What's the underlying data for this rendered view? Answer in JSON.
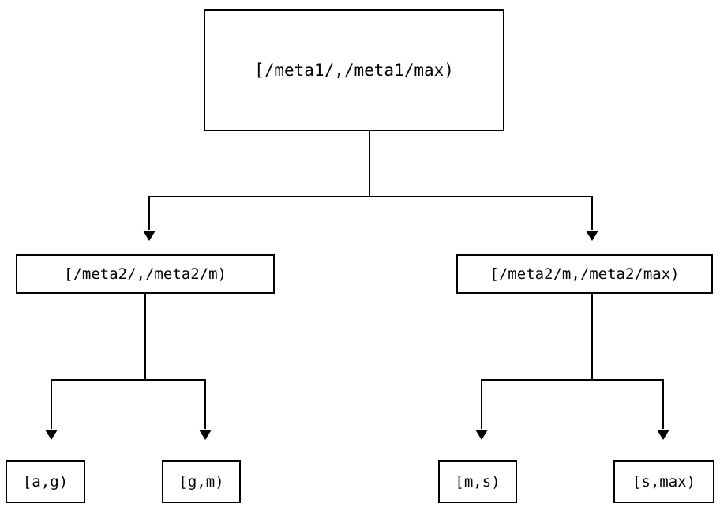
{
  "diagram": {
    "type": "tree",
    "orientation": "top-down",
    "background_color": "#ffffff",
    "line_color": "#000000",
    "box_fill_color": "#ffffff",
    "box_border_color": "#000000",
    "nodes": {
      "root": {
        "label": "[/meta1/,/meta1/max)"
      },
      "mid_left": {
        "label": "[/meta2/,/meta2/m)"
      },
      "mid_right": {
        "label": "[/meta2/m,/meta2/max)"
      },
      "leaf_ag": {
        "label": "[a,g)"
      },
      "leaf_gm": {
        "label": "[g,m)"
      },
      "leaf_ms": {
        "label": "[m,s)"
      },
      "leaf_smax": {
        "label": "[s,max)"
      }
    },
    "edges": [
      {
        "from": "root",
        "to": "mid_left",
        "arrowhead": "filled-triangle-down"
      },
      {
        "from": "root",
        "to": "mid_right",
        "arrowhead": "filled-triangle-down"
      },
      {
        "from": "mid_left",
        "to": "leaf_ag",
        "arrowhead": "filled-triangle-down"
      },
      {
        "from": "mid_left",
        "to": "leaf_gm",
        "arrowhead": "filled-triangle-down"
      },
      {
        "from": "mid_right",
        "to": "leaf_ms",
        "arrowhead": "filled-triangle-down"
      },
      {
        "from": "mid_right",
        "to": "leaf_smax",
        "arrowhead": "filled-triangle-down"
      }
    ]
  }
}
